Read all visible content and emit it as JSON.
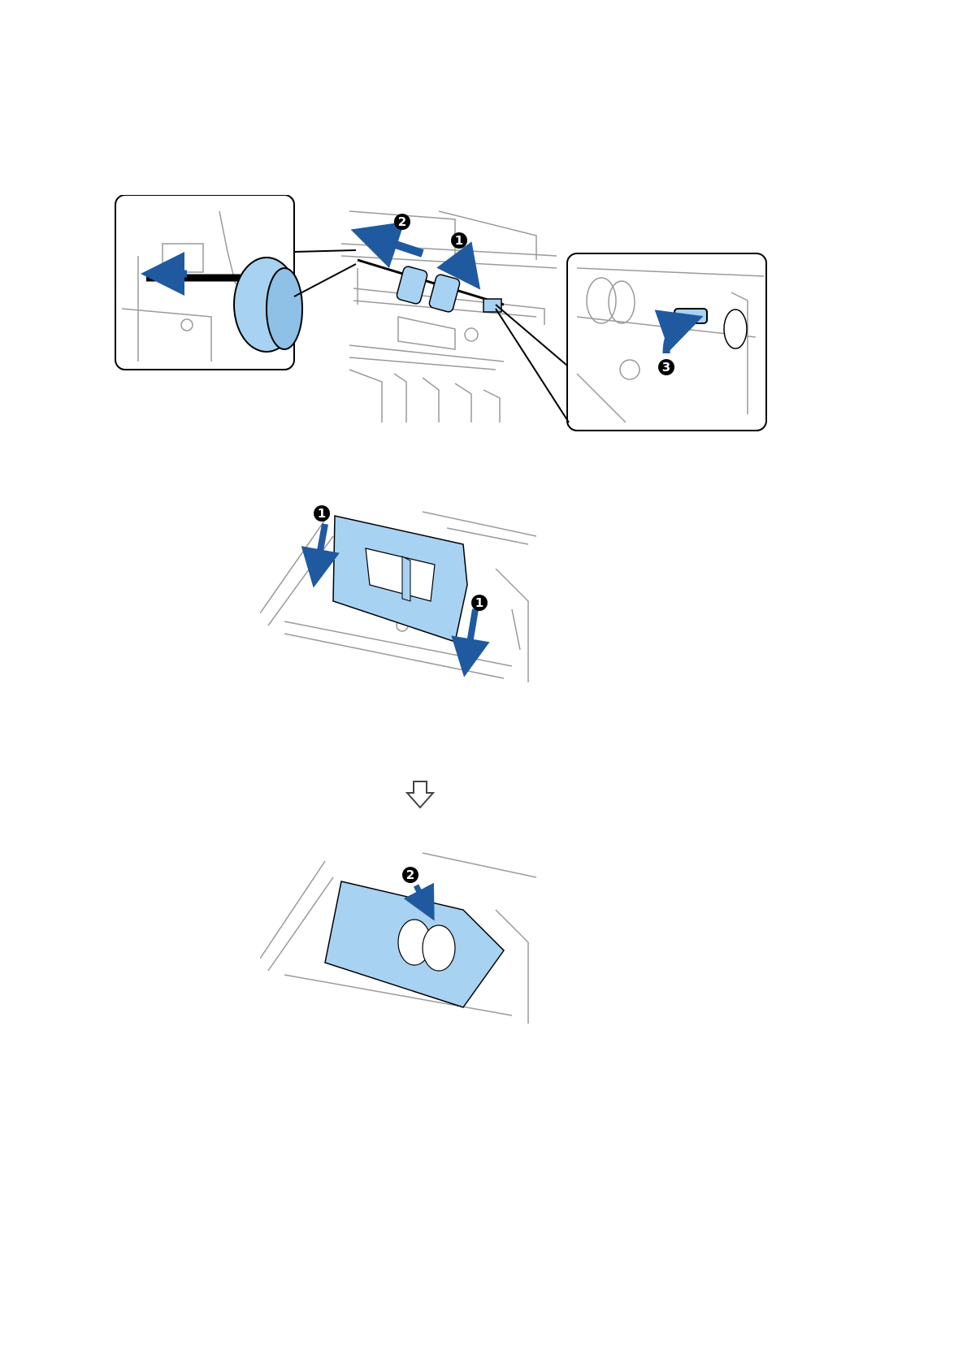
{
  "colors": {
    "part_blue": "#a8d2f2",
    "part_blue_dark": "#8fc0e6",
    "arrow_blue": "#1f5aa0",
    "line": "#000000",
    "gray_line": "#9a9a9a",
    "callout_num_bg": "#000000"
  },
  "figure1": {
    "callouts": [
      "1",
      "2",
      "3"
    ],
    "icons": [
      "roller-assembly",
      "inset-left-shaft",
      "inset-right-lever",
      "blue-arrow-left",
      "blue-arrow-down",
      "blue-arrow-curved-up"
    ]
  },
  "figure2": {
    "callouts": [
      "1",
      "1"
    ],
    "icons": [
      "roller-cover",
      "blue-arrow-down-left",
      "blue-arrow-down-right"
    ]
  },
  "step_arrow": {
    "icon": "down-outline-arrow-icon"
  },
  "figure3": {
    "callouts": [
      "2"
    ],
    "icons": [
      "roller-cover-closed",
      "blue-arrow-press-down"
    ]
  }
}
